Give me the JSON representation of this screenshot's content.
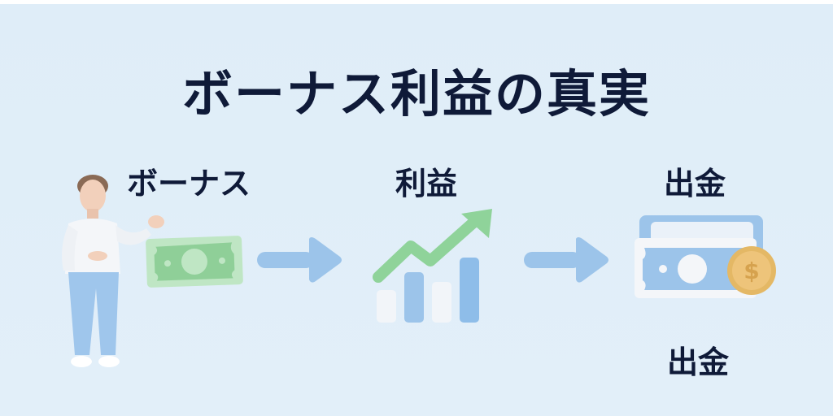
{
  "title": "ボーナス利益の真実",
  "steps": [
    {
      "label": "ボーナス",
      "icon": "person-with-banknote-icon"
    },
    {
      "label": "利益",
      "icon": "growth-chart-icon"
    },
    {
      "label": "出金",
      "icon": "cash-and-coin-icon"
    }
  ],
  "footer_label": "出金",
  "arrows": [
    "arrow-right-icon",
    "arrow-right-icon"
  ],
  "colors": {
    "background": "#dfedf8",
    "text": "#0f1a38",
    "arrow": "#9cc4ea",
    "banknote_green": "#a8dcae",
    "chart_arrow_green": "#8fd39a",
    "bar_blue": "#8ebde9",
    "coin_gold": "#e9bf6a"
  }
}
